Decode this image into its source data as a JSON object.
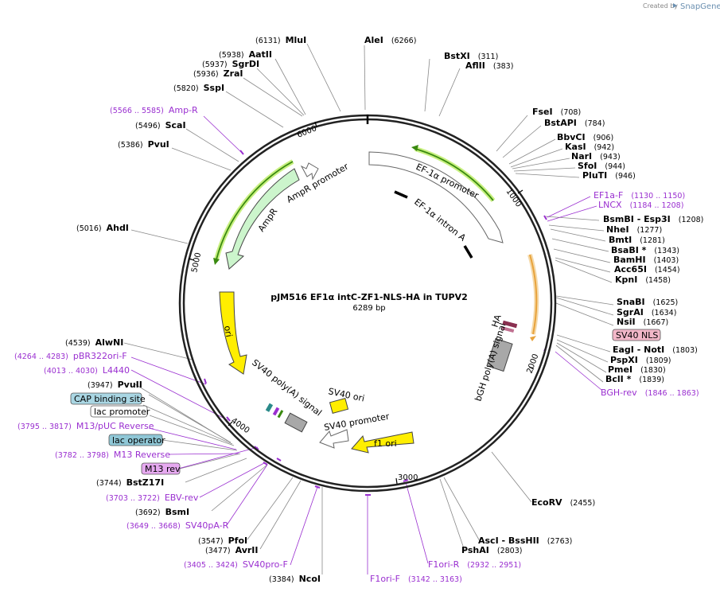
{
  "credit": {
    "prefix": "Created by",
    "brand": "SnapGene"
  },
  "map": {
    "title": "pJM516 EF1α intC-ZF1-NLS-HA in TUPV2",
    "length_label": "6289 bp",
    "length_bp": 6289,
    "backbone_color": "#222222"
  },
  "ticks": [
    {
      "bp": 1000,
      "label": "1000"
    },
    {
      "bp": 2000,
      "label": "2000"
    },
    {
      "bp": 3000,
      "label": "3000"
    },
    {
      "bp": 4000,
      "label": "4000"
    },
    {
      "bp": 5000,
      "label": "5000"
    },
    {
      "bp": 6000,
      "label": "6000"
    }
  ],
  "sites": [
    {
      "name": "MluI",
      "pos": "(6131)"
    },
    {
      "name": "AleI",
      "pos": "(6266)"
    },
    {
      "name": "AatII",
      "pos": "(5938)"
    },
    {
      "name": "SgrDI",
      "pos": "(5937)"
    },
    {
      "name": "ZraI",
      "pos": "(5936)"
    },
    {
      "name": "SspI",
      "pos": "(5820)"
    },
    {
      "name": "ScaI",
      "pos": "(5496)"
    },
    {
      "name": "PvuI",
      "pos": "(5386)"
    },
    {
      "name": "AhdI",
      "pos": "(5016)"
    },
    {
      "name": "AlwNI",
      "pos": "(4539)"
    },
    {
      "name": "PvuII",
      "pos": "(3947)"
    },
    {
      "name": "BstZ17I",
      "pos": "(3744)"
    },
    {
      "name": "BsmI",
      "pos": "(3692)"
    },
    {
      "name": "PfoI",
      "pos": "(3547)"
    },
    {
      "name": "AvrII",
      "pos": "(3477)"
    },
    {
      "name": "NcoI",
      "pos": "(3384)"
    },
    {
      "name": "BstXI",
      "pos": "(311)"
    },
    {
      "name": "AflII",
      "pos": "(383)"
    },
    {
      "name": "FseI",
      "pos": "(708)"
    },
    {
      "name": "BstAPI",
      "pos": "(784)"
    },
    {
      "name": "BbvCI",
      "pos": "(906)"
    },
    {
      "name": "KasI",
      "pos": "(942)"
    },
    {
      "name": "NarI",
      "pos": "(943)"
    },
    {
      "name": "SfoI",
      "pos": "(944)"
    },
    {
      "name": "PluTI",
      "pos": "(946)"
    },
    {
      "name": "BsmBI - Esp3I",
      "pos": "(1208)"
    },
    {
      "name": "NheI",
      "pos": "(1277)"
    },
    {
      "name": "BmtI",
      "pos": "(1281)"
    },
    {
      "name": "BsaBI *",
      "pos": "(1343)"
    },
    {
      "name": "BamHI",
      "pos": "(1403)"
    },
    {
      "name": "Acc65I",
      "pos": "(1454)"
    },
    {
      "name": "KpnI",
      "pos": "(1458)"
    },
    {
      "name": "SnaBI",
      "pos": "(1625)"
    },
    {
      "name": "SgrAI",
      "pos": "(1634)"
    },
    {
      "name": "NsiI",
      "pos": "(1667)"
    },
    {
      "name": "EagI - NotI",
      "pos": "(1803)"
    },
    {
      "name": "PspXI",
      "pos": "(1809)"
    },
    {
      "name": "PmeI",
      "pos": "(1830)"
    },
    {
      "name": "BclI *",
      "pos": "(1839)"
    },
    {
      "name": "EcoRV",
      "pos": "(2455)"
    },
    {
      "name": "AscI - BssHII",
      "pos": "(2763)"
    },
    {
      "name": "PshAI",
      "pos": "(2803)"
    }
  ],
  "primers": [
    {
      "name": "Amp-R",
      "pos": "(5566 .. 5585)"
    },
    {
      "name": "pBR322ori-F",
      "pos": "(4264 .. 4283)"
    },
    {
      "name": "L4440",
      "pos": "(4013 .. 4030)"
    },
    {
      "name": "M13/pUC Reverse",
      "pos": "(3795 .. 3817)"
    },
    {
      "name": "M13 Reverse",
      "pos": "(3782 .. 3798)"
    },
    {
      "name": "EBV-rev",
      "pos": "(3703 .. 3722)"
    },
    {
      "name": "SV40pA-R",
      "pos": "(3649 .. 3668)"
    },
    {
      "name": "SV40pro-F",
      "pos": "(3405 .. 3424)"
    },
    {
      "name": "F1ori-F",
      "pos": "(3142 .. 3163)"
    },
    {
      "name": "F1ori-R",
      "pos": "(2932 .. 2951)"
    },
    {
      "name": "BGH-rev",
      "pos": "(1846 .. 1863)"
    },
    {
      "name": "EF1a-F",
      "pos": "(1130 .. 1150)"
    },
    {
      "name": "LNCX",
      "pos": "(1184 .. 1208)"
    }
  ],
  "boxed_features": [
    {
      "label": "CAP binding site",
      "fill": "#a9d6e3"
    },
    {
      "label": "lac promoter",
      "fill": "#ffffff"
    },
    {
      "label": "lac operator",
      "fill": "#8fc7d6"
    },
    {
      "label": "M13 rev",
      "fill": "#e6a9f0"
    },
    {
      "label": "SV40 NLS",
      "fill": "#f2b7c8"
    }
  ],
  "features": [
    {
      "label": "EF-1α promoter"
    },
    {
      "label": "EF-1α intron A"
    },
    {
      "label": "AmpR promoter"
    },
    {
      "label": "AmpR"
    },
    {
      "label": "ori"
    },
    {
      "label": "SV40 poly(A) signal"
    },
    {
      "label": "SV40 ori"
    },
    {
      "label": "SV40 promoter"
    },
    {
      "label": "f1 ori"
    },
    {
      "label": "bGH poly(A) signal"
    },
    {
      "label": "HA"
    }
  ],
  "colors": {
    "promoter_fill": "#ffffff",
    "promoter_stroke": "#666666",
    "ampr_fill": "#ccf5cc",
    "ori_fill": "#ffee00",
    "polya_fill": "#a8a8a8",
    "orange_arc": "#e8a33c",
    "green_arc": "#3a8a10",
    "green_glow": "#c8f080",
    "primer_color": "#9a2fd0"
  }
}
